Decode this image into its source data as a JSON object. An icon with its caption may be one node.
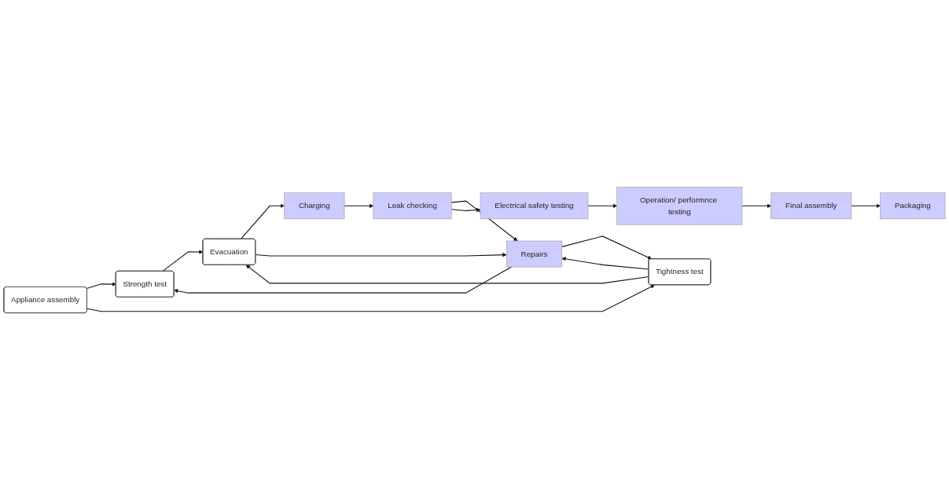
{
  "diagram": {
    "nodes": [
      {
        "text": [
          "Appliance assembly"
        ]
      },
      {
        "text": [
          "Strength test"
        ]
      },
      {
        "text": [
          "Tightness test"
        ]
      },
      {
        "text": [
          "Evacuation"
        ]
      },
      {
        "text": [
          "Charging"
        ]
      },
      {
        "text": [
          "Repairs"
        ]
      },
      {
        "text": [
          "Leak checking"
        ]
      },
      {
        "text": [
          "Packaging"
        ]
      },
      {
        "text": [
          "Final assembly"
        ]
      },
      {
        "text": [
          "Operation/ performnce testing"
        ]
      },
      {
        "text": [
          "Electrical safety testing"
        ]
      }
    ],
    "edges": [
      {
        "from": 0,
        "to": 1,
        "arrow": "to"
      },
      {
        "from": 0,
        "to": 2,
        "arrow": "to"
      },
      {
        "from": 5,
        "to": 1,
        "arrow": "to"
      },
      {
        "from": 5,
        "to": 2,
        "arrow": "to"
      },
      {
        "from": 1,
        "to": 3,
        "arrow": "to"
      },
      {
        "from": 2,
        "to": 3,
        "arrow": "to"
      },
      {
        "from": 3,
        "to": 4,
        "arrow": "to"
      },
      {
        "from": 4,
        "to": 6,
        "arrow": "to"
      },
      {
        "from": 6,
        "to": 5,
        "arrow": "to"
      },
      {
        "from": 2,
        "to": 5,
        "arrow": "to"
      },
      {
        "from": 3,
        "to": 5,
        "arrow": "to"
      },
      {
        "from": 6,
        "to": 10,
        "arrow": "to"
      },
      {
        "from": 10,
        "to": 9,
        "arrow": "to"
      },
      {
        "from": 9,
        "to": 8,
        "arrow": "to"
      },
      {
        "from": 8,
        "to": 7,
        "arrow": "to"
      }
    ]
  }
}
